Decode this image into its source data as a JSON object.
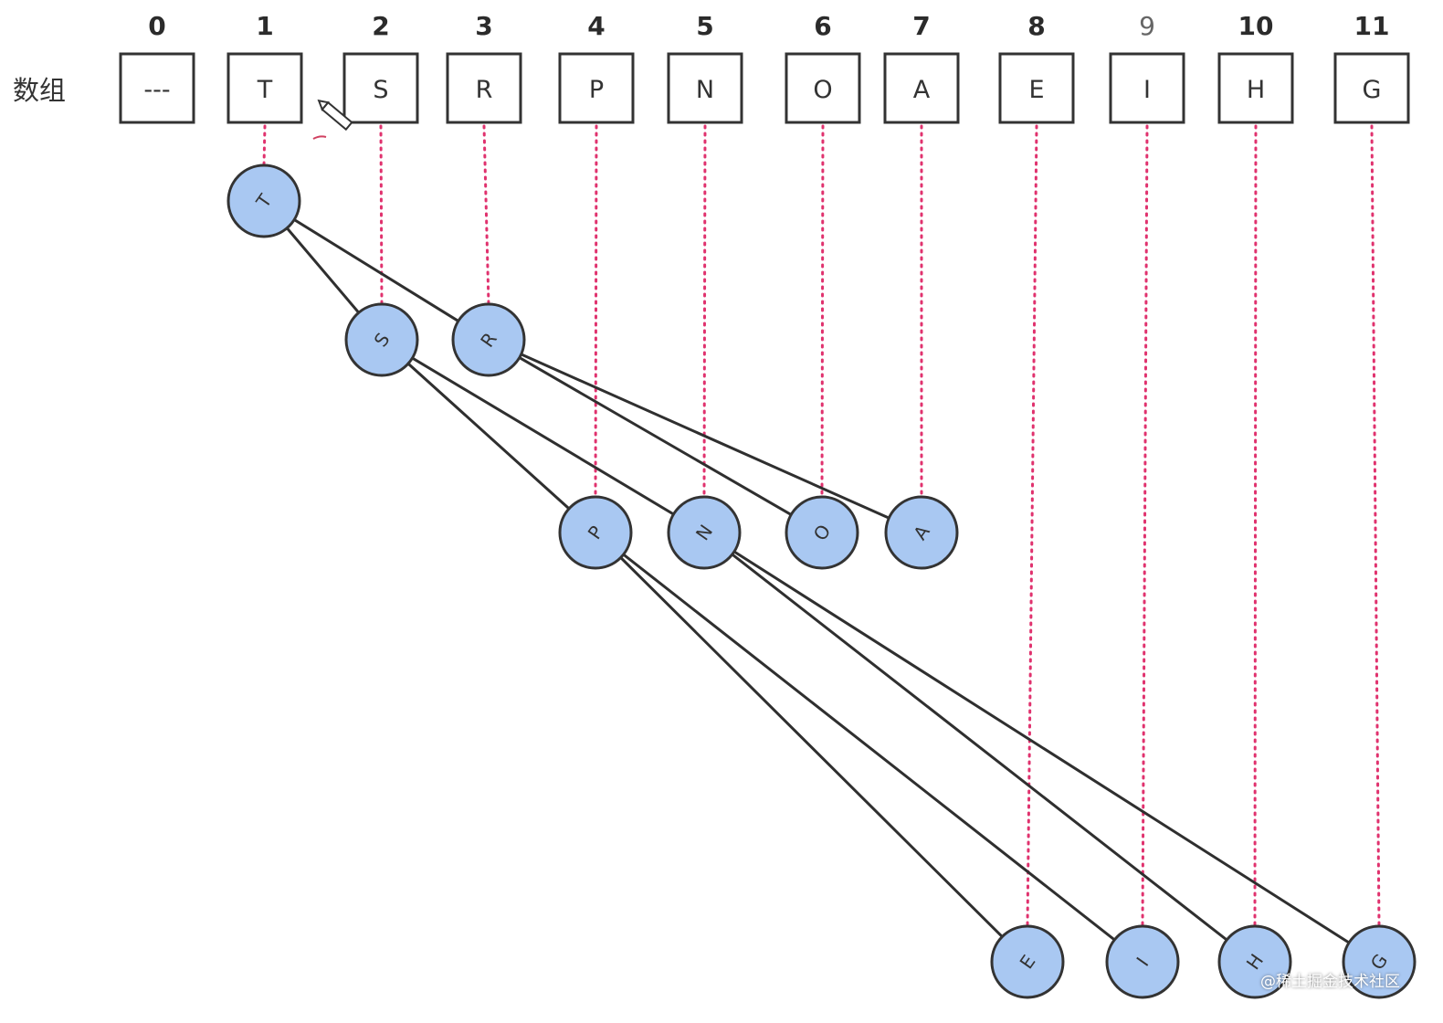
{
  "array_label": "数组",
  "indices": [
    "0",
    "1",
    "2",
    "3",
    "4",
    "5",
    "6",
    "7",
    "8",
    "9",
    "10",
    "11"
  ],
  "cells": [
    "---",
    "T",
    "S",
    "R",
    "P",
    "N",
    "O",
    "A",
    "E",
    "I",
    "H",
    "G"
  ],
  "tree_nodes": [
    {
      "index": 1,
      "label": "T"
    },
    {
      "index": 2,
      "label": "S"
    },
    {
      "index": 3,
      "label": "R"
    },
    {
      "index": 4,
      "label": "P"
    },
    {
      "index": 5,
      "label": "N"
    },
    {
      "index": 6,
      "label": "O"
    },
    {
      "index": 7,
      "label": "A"
    },
    {
      "index": 8,
      "label": "E"
    },
    {
      "index": 9,
      "label": "I"
    },
    {
      "index": 10,
      "label": "H"
    },
    {
      "index": 11,
      "label": "G"
    }
  ],
  "edges": [
    [
      1,
      2
    ],
    [
      1,
      3
    ],
    [
      2,
      4
    ],
    [
      2,
      5
    ],
    [
      3,
      6
    ],
    [
      3,
      7
    ],
    [
      4,
      8
    ],
    [
      4,
      9
    ],
    [
      5,
      10
    ],
    [
      5,
      11
    ]
  ],
  "colors": {
    "node_fill": "#a9c8f2",
    "guide_line": "#e0326e",
    "stroke": "#333333"
  },
  "watermark": "@稀土掘金技术社区"
}
